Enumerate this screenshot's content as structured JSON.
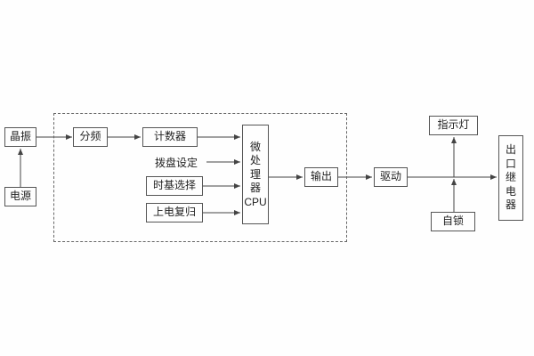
{
  "diagram": {
    "title": "relay-timer-block-diagram",
    "blocks": {
      "crystal": "晶振",
      "power": "电源",
      "divider": "分频",
      "counter": "计数器",
      "dial_setting": "拨盘设定",
      "timebase": "时基选择",
      "power_on_reset": "上电复归",
      "cpu_cn": "微处理器",
      "cpu_en": "CPU",
      "output": "输出",
      "drive": "驱动",
      "indicator": "指示灯",
      "self_lock": "自锁",
      "relay": "出口继电器"
    },
    "colors": {
      "line": "#444444",
      "box_border": "#555555",
      "background": "#fefefe"
    }
  }
}
